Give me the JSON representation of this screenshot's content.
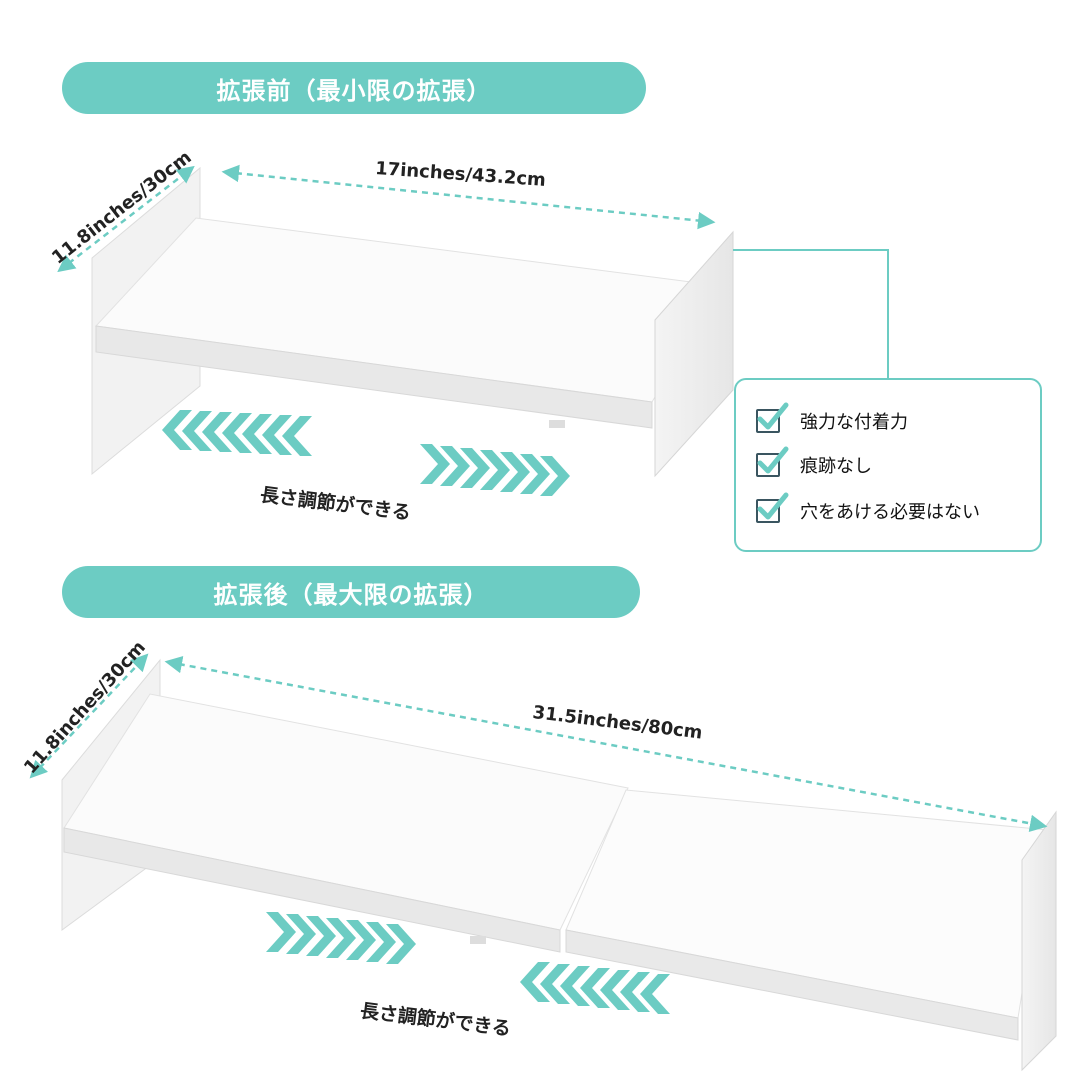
{
  "colors": {
    "accent": "#6cccc3",
    "label_text": "#222222",
    "panel": "#ffffff"
  },
  "before": {
    "title": "拡張前（最小限の拡張）",
    "depth_label": "11.8inches/30cm",
    "width_label": "17inches/43.2cm",
    "caption": "長さ調節ができる"
  },
  "after": {
    "title": "拡張後（最大限の拡張）",
    "depth_label": "11.8inches/30cm",
    "width_label": "31.5inches/80cm",
    "caption": "長さ調節ができる"
  },
  "features": [
    {
      "label": "強力な付着力",
      "icon": "check-icon"
    },
    {
      "label": "痕跡なし",
      "icon": "check-icon"
    },
    {
      "label": "穴をあける必要はない",
      "icon": "check-icon"
    }
  ]
}
